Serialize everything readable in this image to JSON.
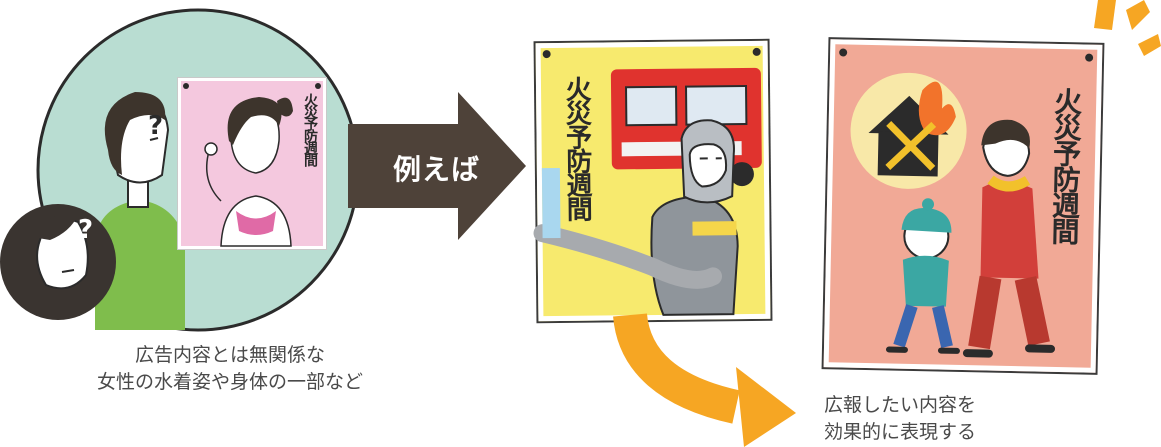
{
  "arrow": {
    "label": "例えば"
  },
  "bad_example": {
    "poster_title": "火災予防週間",
    "caption_lines": [
      "広告内容とは無関係な",
      "女性の水着姿や身体の一部など"
    ]
  },
  "good_example": {
    "poster1_title": "火災予防週間",
    "poster2_title": "火災予防週間",
    "caption_lines": [
      "広報したい内容を",
      "効果的に表現する"
    ]
  },
  "colors": {
    "circle_bg": "#b9ddd2",
    "arrow_dark": "#4e4239",
    "orange": "#f6a623",
    "poster_pink_bg": "#f4c8de",
    "poster_yellow_bg": "#f7ea6e",
    "poster_salmon_bg": "#f1a996",
    "text_dark": "#2a2a2a"
  }
}
